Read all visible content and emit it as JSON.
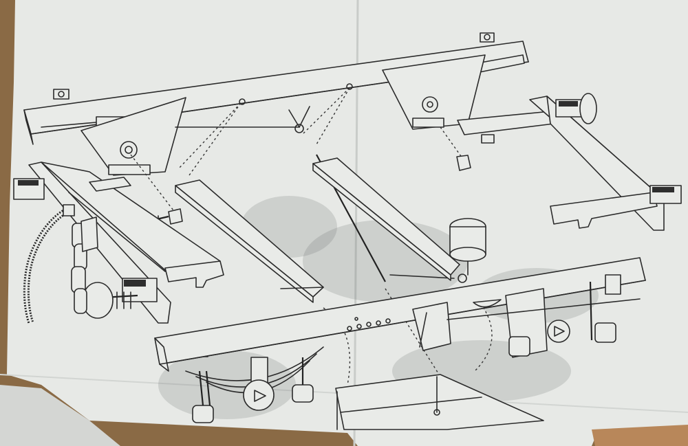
{
  "colors": {
    "paper": "#e9ebe8",
    "ink": "#2b2b2b",
    "background": "#8a6a45",
    "fold": "#cfd2cf"
  },
  "parts": [
    "upper-solebar",
    "lower-solebar",
    "left-axlebox-frame",
    "right-axlebox-frame",
    "floor-plank-left",
    "floor-plank-right",
    "buffer-left",
    "buffer-right",
    "coupling-chain",
    "vacuum-pipe",
    "brake-cylinder",
    "leaf-spring",
    "brake-lever",
    "bolt",
    "nut"
  ]
}
